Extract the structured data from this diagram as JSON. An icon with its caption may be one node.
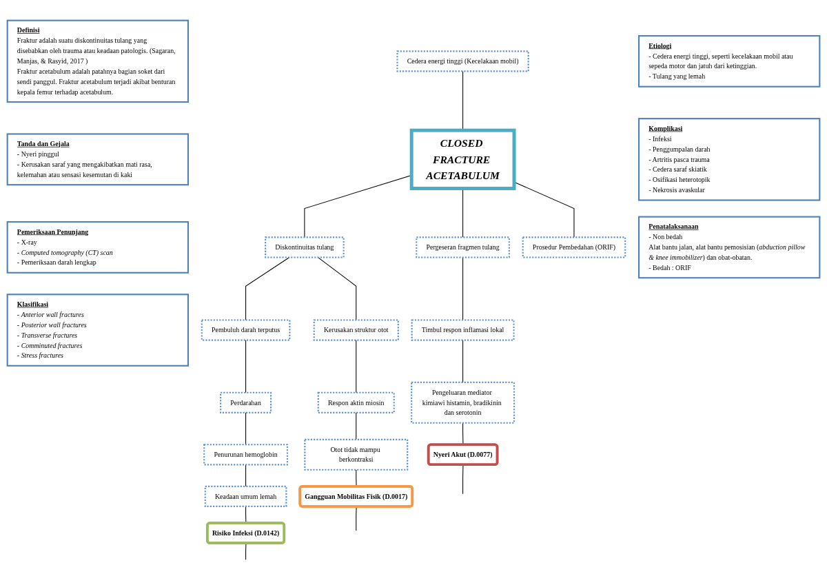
{
  "diagram": {
    "nodes": [
      {
        "text": [
          "Definisi",
          "Fraktur adalah suatu diskontinuitas tulang yang disebabkan oleh trauma atau keadaan patologis. (Sagaran, Manjas, & Rasyid, 2017 )",
          "Fraktur acetabulum adalah patahnya bagian soket dari sendi panggul. Fraktur acetabulum terjadi akibat benturan kepala femur terhadap acetabulum."
        ]
      },
      {
        "text": [
          "Cedera energi tinggi (Kecelakaan mobil)"
        ]
      },
      {
        "text": [
          "Etiologi",
          "- Cedera energi tinggi, seperti kecelakaan mobil atau sepeda motor dan jatuh dari ketinggian.",
          "- Tulang yang lemah"
        ]
      },
      {
        "text": [
          "CLOSED FRACTURE ACETABULUM"
        ]
      },
      {
        "text": [
          "Komplikasi",
          "- Infeksi",
          "- Penggumpalan darah",
          "- Artritis pasca trauma",
          "- Cedera saraf skiatik",
          "- Osifikasi heterotopik",
          "- Nekrosis avaskular"
        ]
      },
      {
        "text": [
          "Tanda dan Gejala",
          "- Nyeri pinggul",
          "- Kerusakan saraf yang mengakibatkan mati rasa, kelemahan atau sensasi kesemutan di kaki"
        ]
      },
      {
        "text": [
          "Pergeseran fragmen tulang"
        ]
      },
      {
        "text": [
          "Diskontinuitas tulang"
        ]
      },
      {
        "text": [
          "Pembuluh darah terputus"
        ]
      },
      {
        "text": [
          "Timbul respon inflamasi lokal"
        ]
      },
      {
        "text": [
          "Kerusakan struktur otot"
        ]
      },
      {
        "text": [
          "Perdarahan"
        ]
      },
      {
        "text": [
          "Penurunan hemoglobin"
        ]
      },
      {
        "text": [
          "Pemeriksaan Penunjang",
          "- X-ray",
          "- *Computed tomography (CT) scan*",
          "- Pemeriksaan darah lengkap"
        ]
      },
      {
        "text": [
          "Pengeluaran mediator kimiawi histamin, bradikinin dan serotonin"
        ]
      },
      {
        "text": [
          "Respon aktin miosin"
        ]
      },
      {
        "text": [
          "Keadaan umum lemah"
        ]
      },
      {
        "text": [
          "Penatalaksanaan",
          "- Non bedah",
          "Alat bantu jalan, alat bantu pemosisian (*abduction pillow & knee immobilizer*) dan obat-obatan.",
          "- Bedah : ORIF"
        ]
      },
      {
        "text": [
          "Otot tidak mampu berkontraksi"
        ]
      },
      {
        "text": [
          "Klasifikasi",
          "- *Anterior wall fractures*",
          "- *Posterior wall fractures*",
          "- *Transverse fractures*",
          "- *Comminuted fractures*",
          "- *Stress fractures*"
        ]
      },
      {
        "text": [
          "Prosedur Pembedahan (ORIF)"
        ]
      },
      {
        "text": [
          "Nyeri Akut (D.0077)"
        ]
      },
      {
        "text": [
          "Gangguan Mobilitas Fisik (D.0017)"
        ]
      },
      {
        "text": [
          "Risiko Infeksi (D.0142)"
        ]
      }
    ],
    "edges": [
      {
        "from": 1,
        "to": 3,
        "arrow": "none"
      },
      {
        "from": 3,
        "to": 6,
        "arrow": "none"
      },
      {
        "from": 3,
        "to": 7,
        "arrow": "none"
      },
      {
        "from": 3,
        "to": 20,
        "arrow": "none"
      },
      {
        "from": 7,
        "to": 8,
        "arrow": "none"
      },
      {
        "from": 6,
        "to": 9,
        "arrow": "none"
      },
      {
        "from": 9,
        "to": 14,
        "arrow": "none"
      },
      {
        "from": 14,
        "to": 21,
        "arrow": "none"
      },
      {
        "from": 7,
        "to": 10,
        "arrow": "none"
      },
      {
        "from": 10,
        "to": 15,
        "arrow": "none"
      },
      {
        "from": 15,
        "to": 18,
        "arrow": "none"
      },
      {
        "from": 18,
        "to": 22,
        "arrow": "none"
      },
      {
        "from": 8,
        "to": 11,
        "arrow": "none"
      },
      {
        "from": 11,
        "to": 12,
        "arrow": "none"
      },
      {
        "from": 12,
        "to": 16,
        "arrow": "none"
      },
      {
        "from": 16,
        "to": 23,
        "arrow": "none"
      },
      {
        "from": 21,
        "to": null,
        "arrow": "none"
      },
      {
        "from": 22,
        "to": null,
        "arrow": "none"
      },
      {
        "from": 23,
        "to": null,
        "arrow": "none"
      }
    ]
  }
}
